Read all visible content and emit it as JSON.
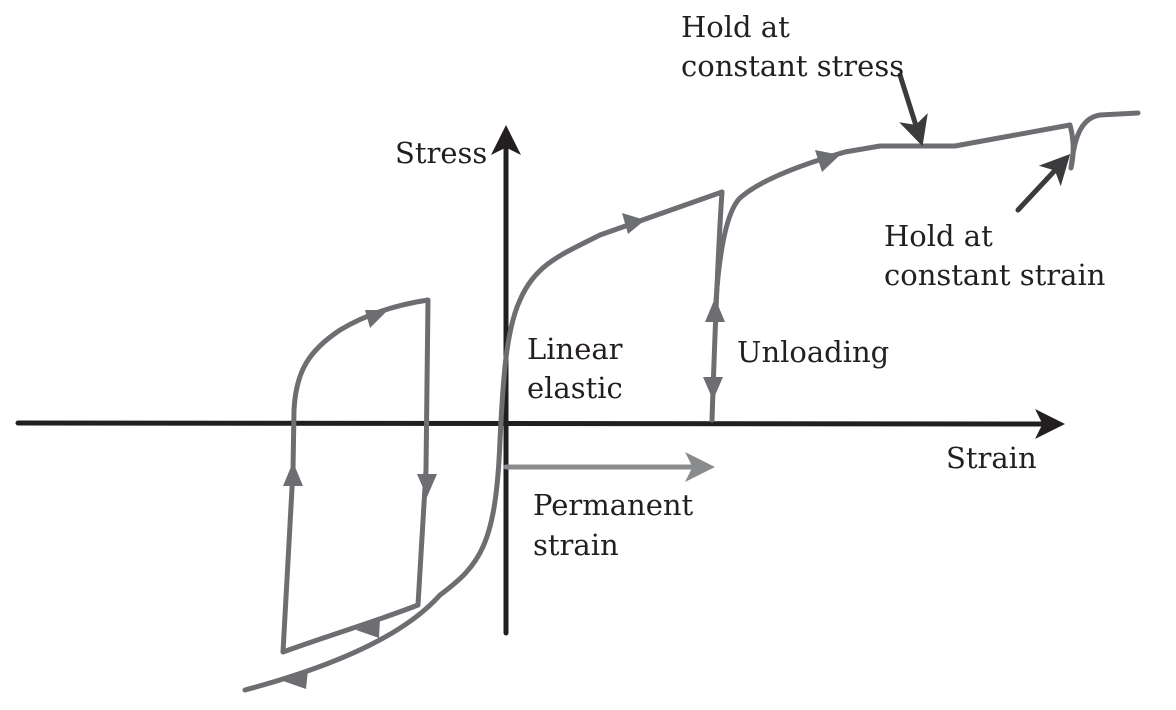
{
  "labels": {
    "stress_axis": "Stress",
    "strain_axis": "Strain",
    "hold_stress_line1": "Hold at",
    "hold_stress_line2": "constant stress",
    "hold_strain_line1": "Hold at",
    "hold_strain_line2": "constant strain",
    "linear_line1": "Linear",
    "linear_line2": "elastic",
    "unloading": "Unloading",
    "permanent_line1": "Permanent",
    "permanent_line2": "strain"
  },
  "colors": {
    "axis": "#231f20",
    "curve": "#6d6e71",
    "permanent_strain_arrow": "#8a8b8d",
    "text": "#231f20"
  }
}
